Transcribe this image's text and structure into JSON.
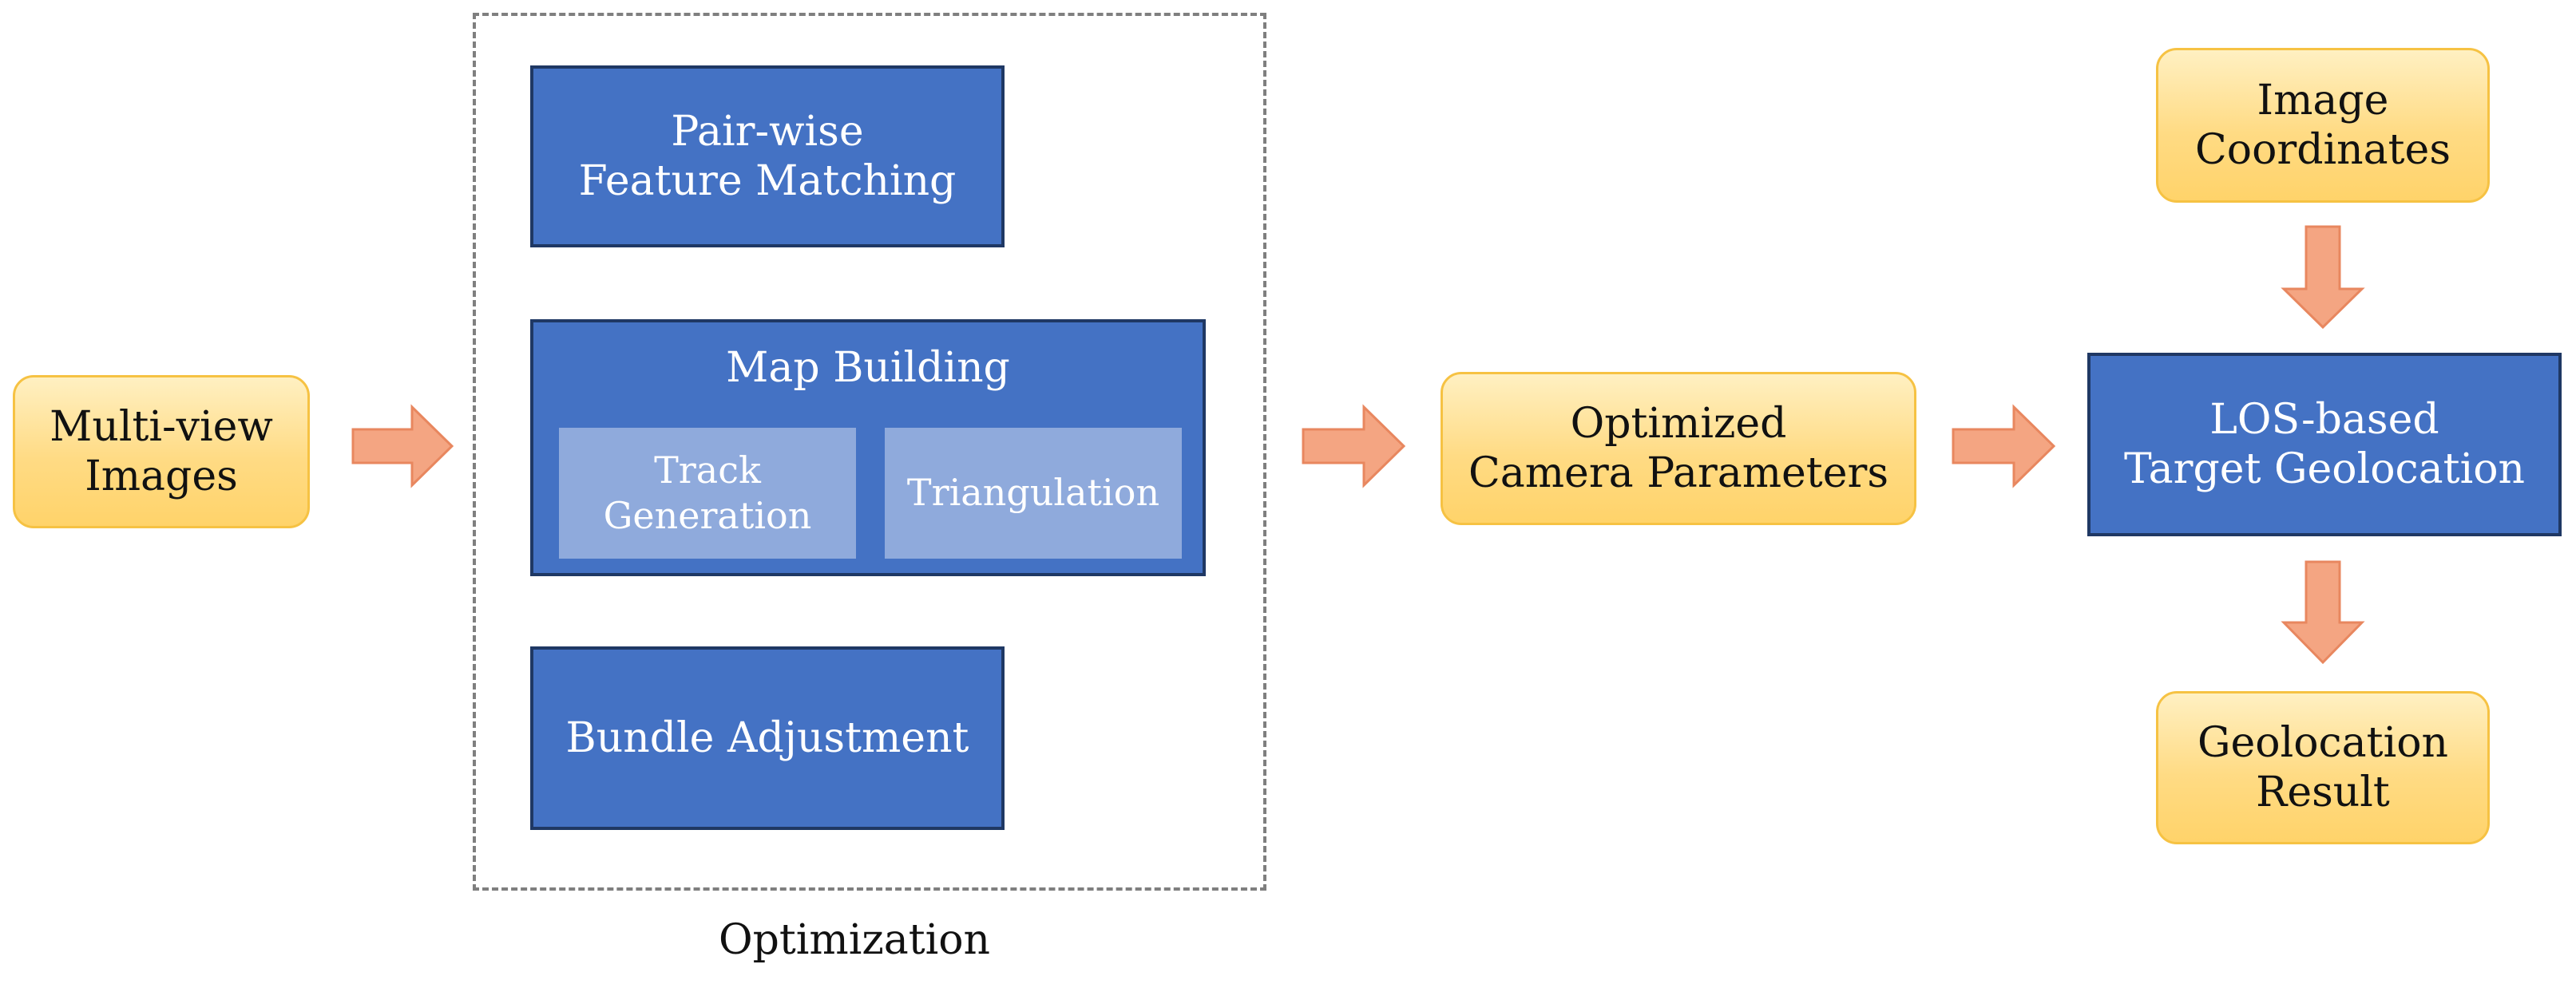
{
  "nodes": {
    "multi_view_images": "Multi-view\nImages",
    "pair_wise_feature_matching": "Pair-wise\nFeature Matching",
    "map_building": "Map Building",
    "track_generation": "Track\nGeneration",
    "triangulation": "Triangulation",
    "bundle_adjustment": "Bundle Adjustment",
    "optimized_camera_parameters": "Optimized\nCamera Parameters",
    "image_coordinates": "Image\nCoordinates",
    "los_based_target_geolocation": "LOS-based\nTarget Geolocation",
    "geolocation_result": "Geolocation\nResult"
  },
  "group_label": "Optimization",
  "colors": {
    "input_output_fill": "#ffd36a",
    "input_output_border": "#f6c243",
    "process_fill": "#4472c4",
    "process_border": "#1f3864",
    "subprocess_fill": "#8faadc",
    "arrow_fill": "#f4a582",
    "arrow_border": "#e8875f",
    "group_border": "#7f7f7f"
  },
  "edges": [
    {
      "from": "multi_view_images",
      "to": "optimization_group"
    },
    {
      "from": "optimization_group",
      "to": "optimized_camera_parameters"
    },
    {
      "from": "optimized_camera_parameters",
      "to": "los_based_target_geolocation"
    },
    {
      "from": "image_coordinates",
      "to": "los_based_target_geolocation"
    },
    {
      "from": "los_based_target_geolocation",
      "to": "geolocation_result"
    }
  ]
}
